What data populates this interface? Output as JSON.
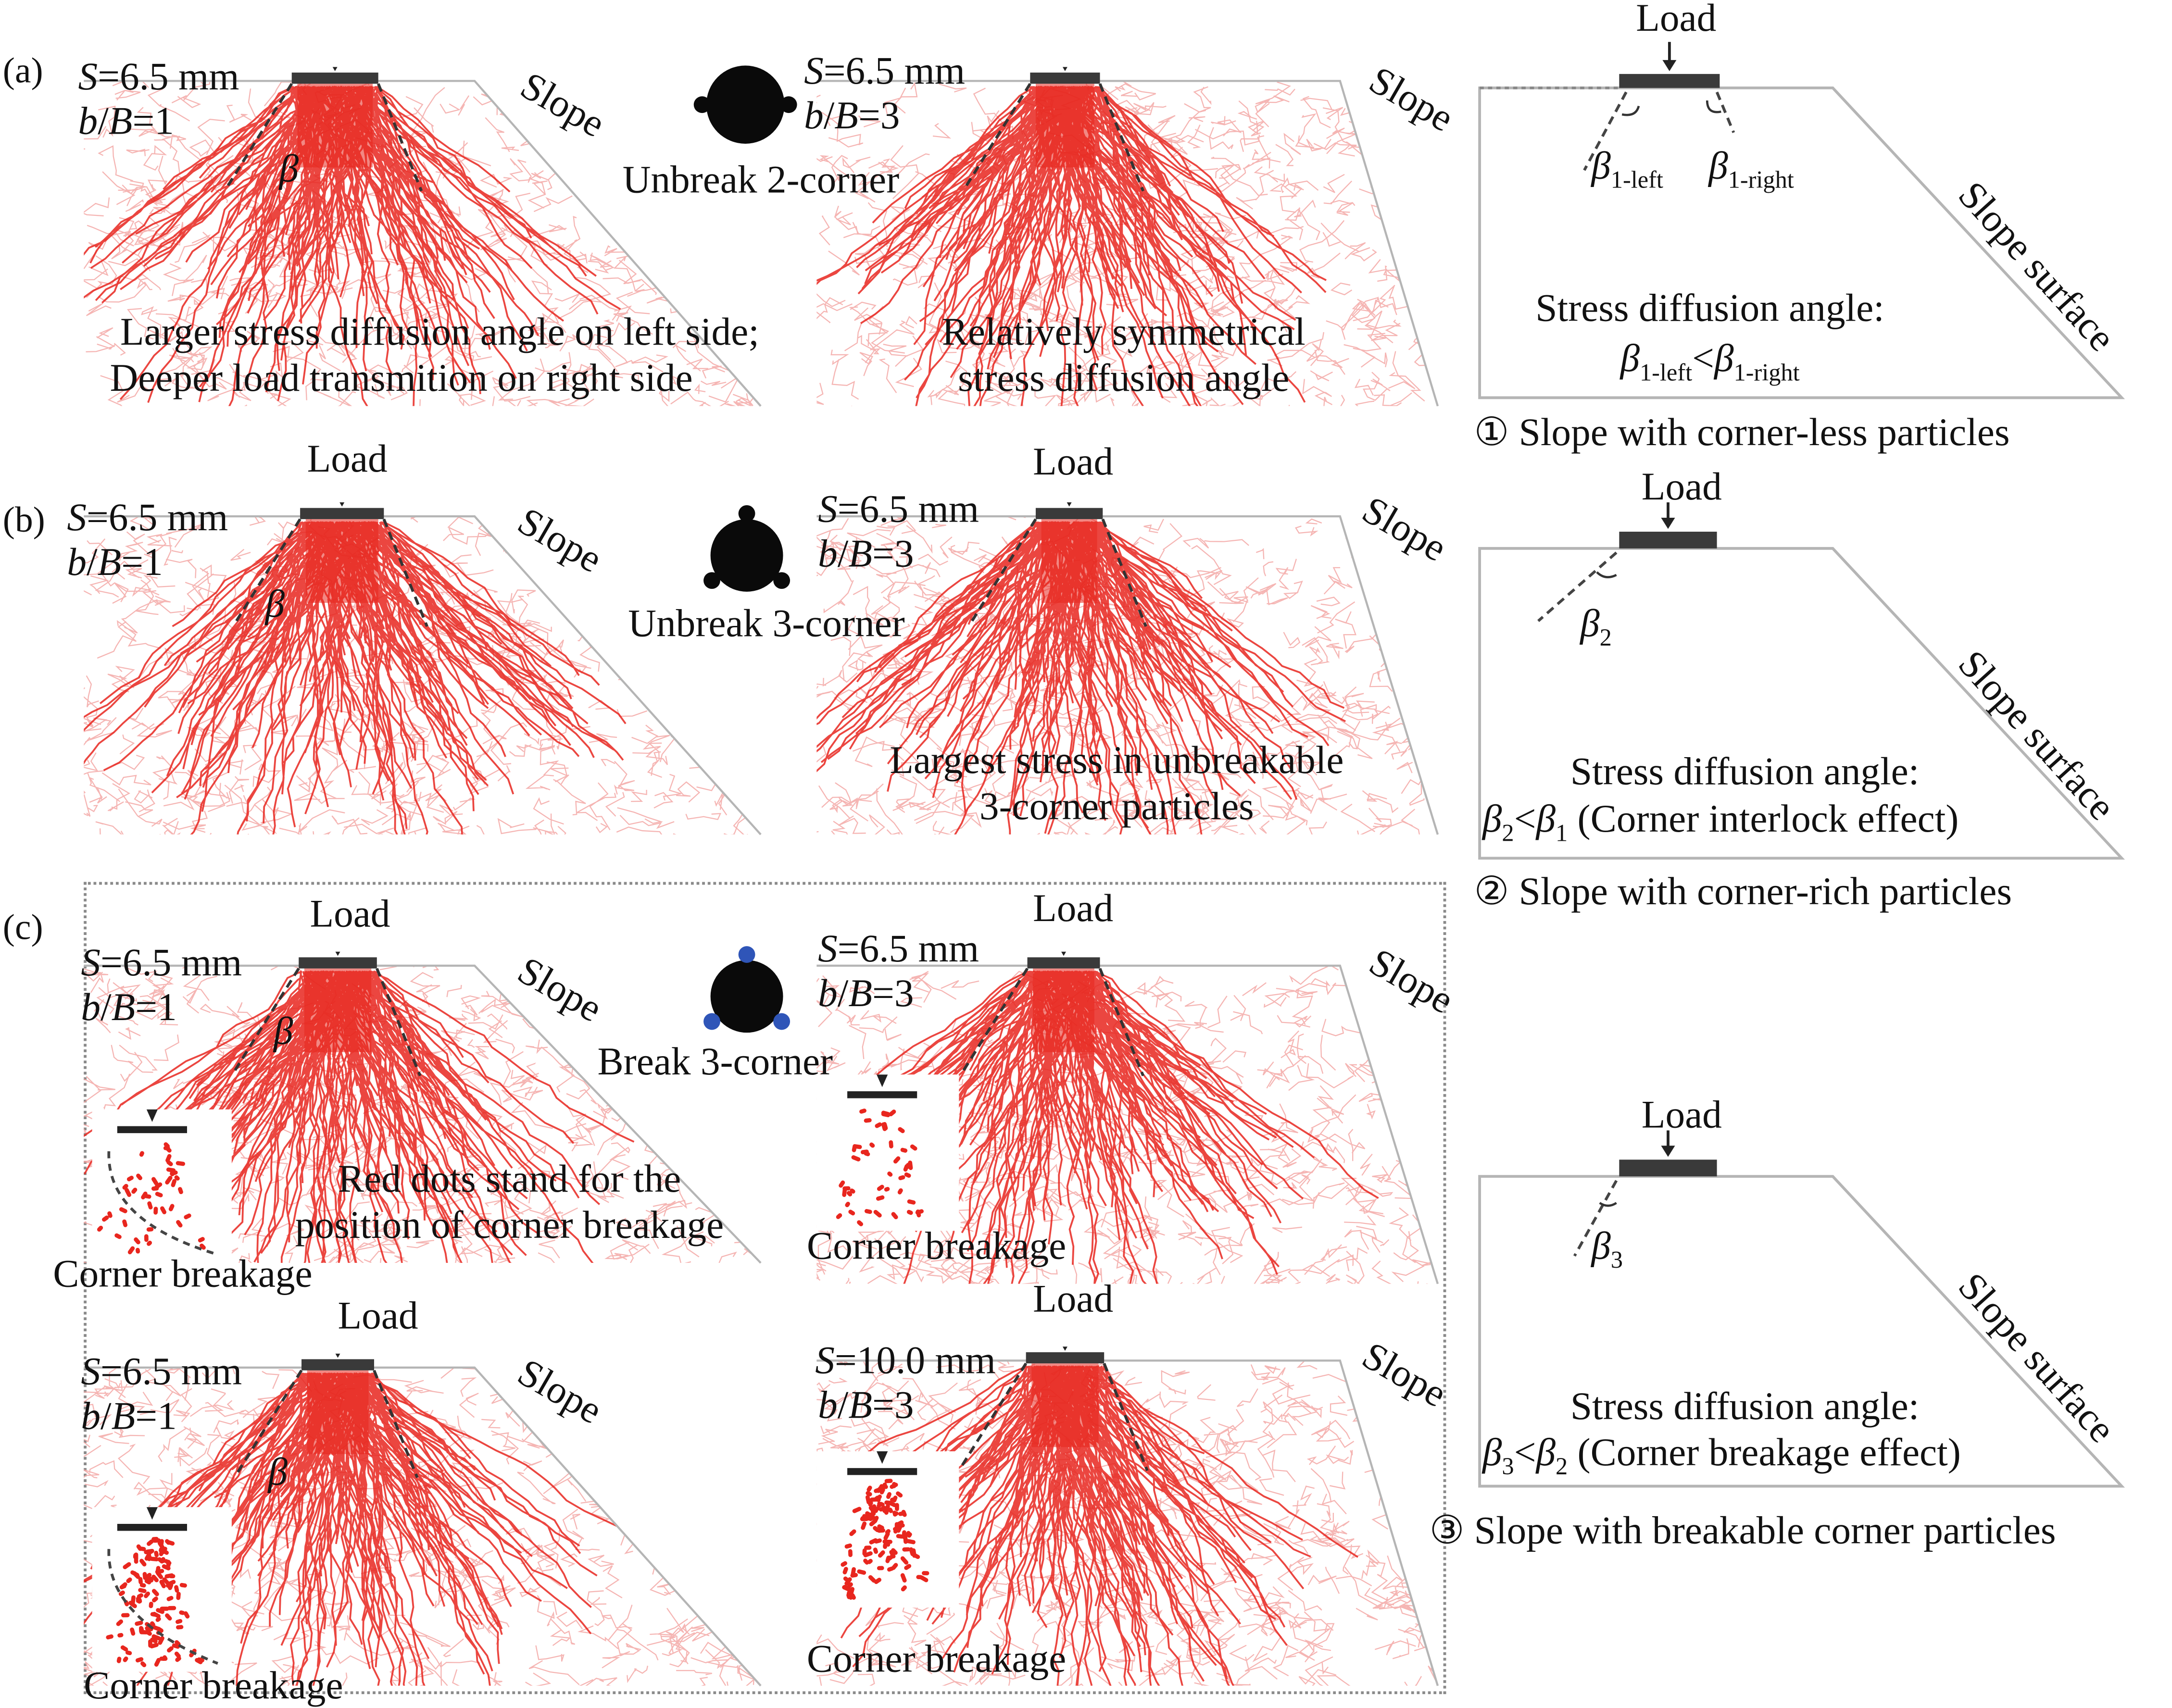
{
  "panels": {
    "a": {
      "tag": "(a)",
      "particle_label": "Unbreak 2-corner",
      "left": {
        "s": "S=6.5 mm",
        "bB": "b/B=1",
        "beta": "β",
        "slope": "Slope",
        "note_1": "Larger stress diffusion angle on left side;",
        "note_2": "Deeper load transmition on right side"
      },
      "right": {
        "s": "S=6.5 mm",
        "bB": "b/B=3",
        "slope": "Slope",
        "note_1": "Relatively symmetrical",
        "note_2": "stress diffusion angle"
      }
    },
    "b": {
      "tag": "(b)",
      "particle_label": "Unbreak 3-corner",
      "left": {
        "load": "Load",
        "s": "S=6.5 mm",
        "bB": "b/B=1",
        "beta": "β",
        "slope": "Slope"
      },
      "right": {
        "load": "Load",
        "s": "S=6.5 mm",
        "bB": "b/B=3",
        "slope": "Slope",
        "note_1": "Largest stress in unbreakable",
        "note_2": "3-corner particles"
      }
    },
    "c": {
      "tag": "(c)",
      "particle_label": "Break 3-corner",
      "top_left": {
        "load": "Load",
        "s": "S=6.5 mm",
        "bB": "b/B=1",
        "beta": "β",
        "slope": "Slope",
        "note_1": "Red dots stand for the",
        "note_2": "position of corner breakage",
        "breakage": "Corner breakage"
      },
      "top_right": {
        "load": "Load",
        "s": "S=6.5 mm",
        "bB": "b/B=3",
        "slope": "Slope",
        "breakage": "Corner breakage"
      },
      "bottom_left": {
        "load": "Load",
        "s": "S=6.5 mm",
        "bB": "b/B=1",
        "beta": "β",
        "slope": "Slope",
        "breakage": "Corner breakage"
      },
      "bottom_right": {
        "load": "Load",
        "s": "S=10.0 mm",
        "bB": "b/B=3",
        "slope": "Slope",
        "breakage": "Corner breakage"
      }
    }
  },
  "schematics": [
    {
      "load": "Load",
      "beta_1": "β1-left",
      "beta_2": "β1-right",
      "surface": "Slope surface",
      "angle_title": "Stress diffusion angle:",
      "angle_relation": "β1-left<β1-right",
      "caption": "① Slope with corner-less particles"
    },
    {
      "load": "Load",
      "beta_1": "β2",
      "surface": "Slope surface",
      "angle_title": "Stress diffusion angle:",
      "angle_relation": "β2<β1 (Corner interlock effect)",
      "caption": "② Slope with corner-rich particles"
    },
    {
      "load": "Load",
      "beta_1": "β3",
      "surface": "Slope surface",
      "angle_title": "Stress diffusion angle:",
      "angle_relation": "β3<β2 (Corner breakage effect)",
      "caption": "③ Slope with breakable corner particles"
    }
  ],
  "colors": {
    "force_chain": "#e8261e",
    "force_chain_light": "#f3a3a0",
    "footing": "#3a3a3a",
    "particle": "#0a0a0a",
    "breakable_corner": "#2f55b8",
    "outline": "#b5b5b5"
  }
}
